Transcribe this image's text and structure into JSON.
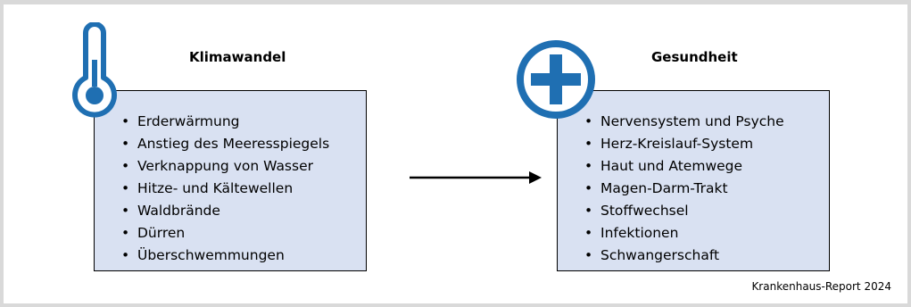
{
  "left_panel": {
    "title": "Klimawandel",
    "items": [
      "Erderwärmung",
      "Anstieg des Meeresspiegels",
      "Verknappung von Wasser",
      "Hitze- und Kältewellen",
      "Waldbrände",
      "Dürren",
      "Überschwemmungen"
    ]
  },
  "right_panel": {
    "title": "Gesundheit",
    "items": [
      "Nervensystem und Psyche",
      "Herz-Kreislauf-System",
      "Haut und Atemwege",
      "Magen-Darm-Trakt",
      "Stoffwechsel",
      "Infektionen",
      "Schwangerschaft"
    ]
  },
  "source": "Krankenhaus-Report 2024",
  "colors": {
    "box_fill": "#d9e1f2",
    "icon_blue": "#1f6fb2",
    "frame": "#d9d9d9"
  },
  "icons": {
    "left": "thermometer-icon",
    "right": "plus-circle-icon"
  }
}
